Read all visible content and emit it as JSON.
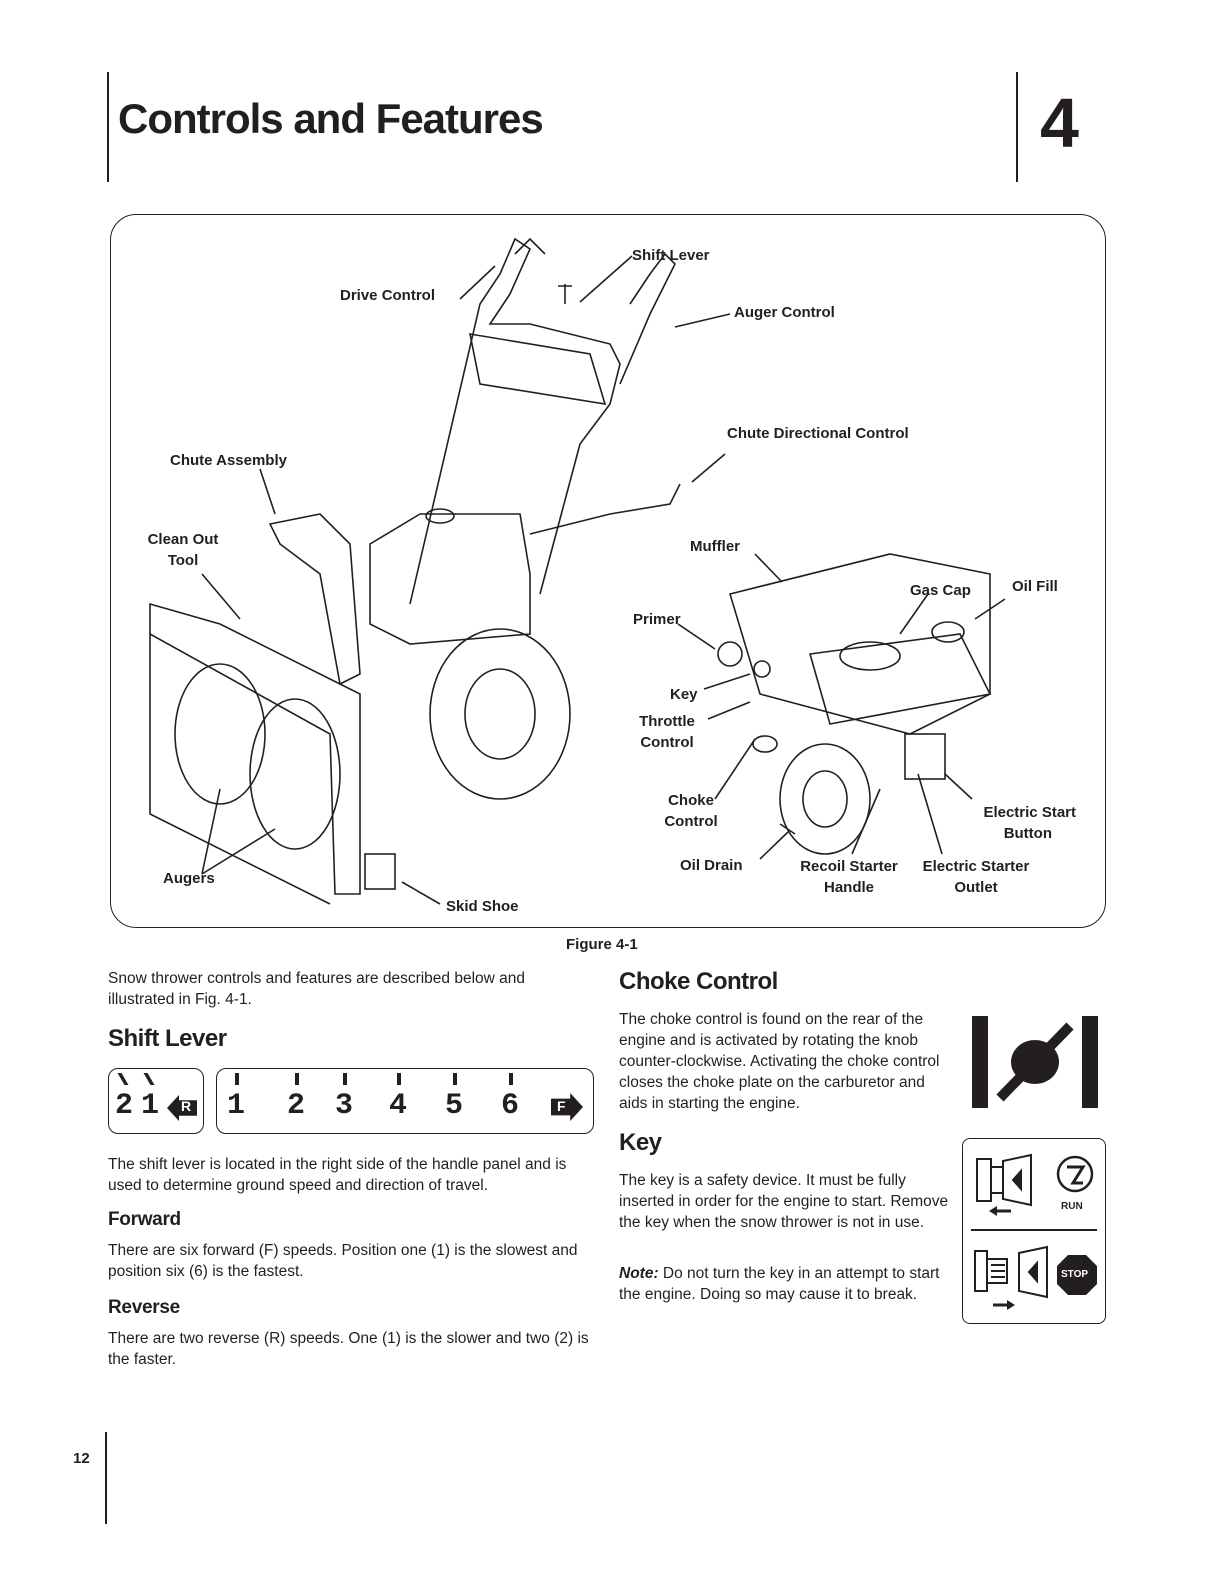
{
  "header": {
    "title": "Controls and Features",
    "chapter_number": "4"
  },
  "figure": {
    "callouts": {
      "drive_control": "Drive Control",
      "shift_lever": "Shift Lever",
      "auger_control": "Auger Control",
      "chute_directional_control": "Chute Directional Control",
      "chute_assembly": "Chute Assembly",
      "clean_out_tool": [
        "Clean Out",
        "Tool"
      ],
      "muffler": "Muffler",
      "gas_cap": "Gas Cap",
      "oil_fill": "Oil Fill",
      "primer": "Primer",
      "key": "Key",
      "throttle_control": [
        "Throttle",
        "Control"
      ],
      "choke_control": [
        "Choke",
        "Control"
      ],
      "electric_start_button": [
        "Electric Start",
        "Button"
      ],
      "oil_drain": "Oil Drain",
      "recoil_starter_handle": [
        "Recoil Starter",
        "Handle"
      ],
      "electric_starter_outlet": [
        "Electric Starter",
        "Outlet"
      ],
      "augers": "Augers",
      "skid_shoe": "Skid Shoe"
    },
    "caption": "Figure 4-1"
  },
  "left_column": {
    "intro": "Snow thrower controls and features are described below and illustrated in Fig. 4-1.",
    "shift_lever": {
      "heading": "Shift Lever",
      "reverse_gears": [
        "2",
        "1"
      ],
      "reverse_badge": "R",
      "forward_gears": [
        "1",
        "2",
        "3",
        "4",
        "5",
        "6"
      ],
      "forward_badge": "F",
      "text": "The shift lever is located in the right side of the handle panel and is used to determine ground speed and direction of travel."
    },
    "forward": {
      "heading": "Forward",
      "text": "There are six forward (F) speeds. Position one (1) is the slowest and position six (6) is the fastest."
    },
    "reverse": {
      "heading": "Reverse",
      "text": "There are two reverse (R) speeds. One (1) is the slower and two (2) is the faster."
    }
  },
  "right_column": {
    "choke": {
      "heading": "Choke Control",
      "text": "The choke control is found on the rear of the engine and is activated by rotating the knob counter-clockwise. Activating the choke control closes the choke plate on the carburetor and aids in starting the engine."
    },
    "key": {
      "heading": "Key",
      "text": "The key is a safety device. It must be fully inserted in order for the engine to start. Remove the key when the snow thrower is not in use.",
      "note_label": "Note:",
      "note_text": " Do not turn the key in an attempt to start the engine. Doing so may cause it to break.",
      "run_label": "RUN",
      "stop_label": "STOP"
    }
  },
  "footer": {
    "page_number": "12"
  }
}
